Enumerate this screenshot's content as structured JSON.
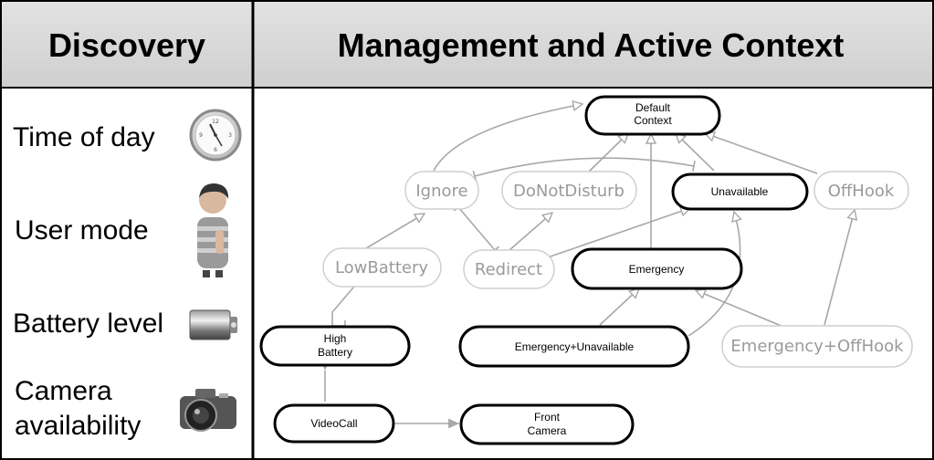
{
  "headers": {
    "left": "Discovery",
    "right": "Management and Active Context"
  },
  "features": [
    {
      "label": "Time of day",
      "icon": "clock-icon"
    },
    {
      "label": "User mode",
      "icon": "person-icon"
    },
    {
      "label": "Battery level",
      "icon": "battery-icon"
    },
    {
      "label": "Camera availability",
      "label_lines": [
        "Camera",
        "availability"
      ],
      "icon": "camera-icon"
    }
  ],
  "nodes": {
    "default_context": {
      "lines": [
        "Default",
        "Context"
      ],
      "style": "active"
    },
    "ignore": {
      "lines": [
        "Ignore"
      ],
      "style": "inactive"
    },
    "donotdisturb": {
      "lines": [
        "DoNotDisturb"
      ],
      "style": "inactive"
    },
    "unavailable": {
      "lines": [
        "Unavailable"
      ],
      "style": "active"
    },
    "offhook": {
      "lines": [
        "OffHook"
      ],
      "style": "inactive"
    },
    "lowbattery": {
      "lines": [
        "LowBattery"
      ],
      "style": "inactive"
    },
    "redirect": {
      "lines": [
        "Redirect"
      ],
      "style": "inactive"
    },
    "emergency": {
      "lines": [
        "Emergency"
      ],
      "style": "active"
    },
    "high_battery": {
      "lines": [
        "High",
        "Battery"
      ],
      "style": "active"
    },
    "emergency_unavailable": {
      "lines": [
        "Emergency+Unavailable"
      ],
      "style": "active"
    },
    "emergency_offhook": {
      "lines": [
        "Emergency+OffHook"
      ],
      "style": "inactive"
    },
    "videocall": {
      "lines": [
        "VideoCall"
      ],
      "style": "active"
    },
    "front_camera": {
      "lines": [
        "Front",
        "Camera"
      ],
      "style": "active"
    }
  }
}
